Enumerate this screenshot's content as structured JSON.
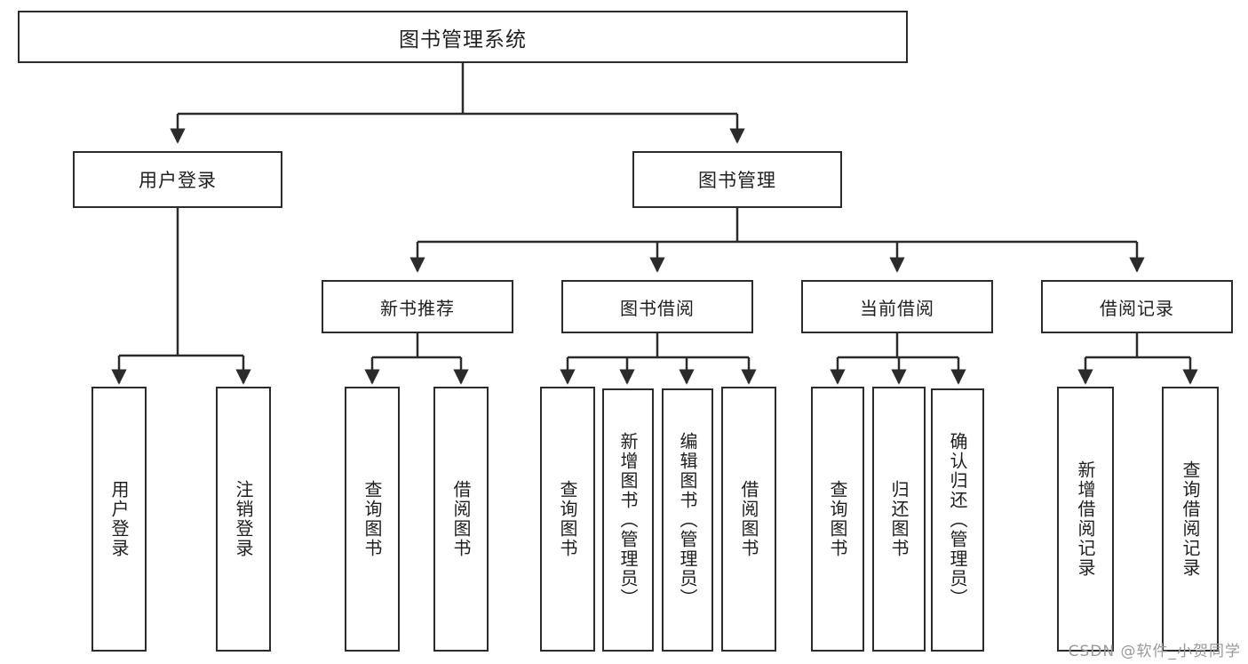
{
  "diagram": {
    "title": "图书管理系统",
    "type": "tree",
    "watermark": "CSDN @软件_小贺同学",
    "colors": {
      "box_border": "#2b2b2b",
      "box_fill": "#ffffff",
      "edge": "#2b2b2b",
      "text": "#1f1f1f",
      "watermark": "#9a9a9a"
    },
    "nodes": {
      "root": {
        "label": "图书管理系统"
      },
      "level2": [
        {
          "id": "user-login",
          "label": "用户登录"
        },
        {
          "id": "book-manage",
          "label": "图书管理"
        }
      ],
      "level3": [
        {
          "id": "new-book-recommend",
          "label": "新书推荐"
        },
        {
          "id": "book-borrow",
          "label": "图书借阅"
        },
        {
          "id": "current-borrow",
          "label": "当前借阅"
        },
        {
          "id": "borrow-record",
          "label": "借阅记录"
        }
      ],
      "leaves": {
        "user-login": [
          {
            "id": "leaf-user-login",
            "label": "用户登录"
          },
          {
            "id": "leaf-logout-login",
            "label": "注销登录"
          }
        ],
        "new-book-recommend": [
          {
            "id": "leaf-query-book-1",
            "label": "查询图书"
          },
          {
            "id": "leaf-borrow-book-1",
            "label": "借阅图书"
          }
        ],
        "book-borrow": [
          {
            "id": "leaf-query-book-2",
            "label": "查询图书"
          },
          {
            "id": "leaf-add-book",
            "label": "新增图书（管理员）"
          },
          {
            "id": "leaf-edit-book",
            "label": "编辑图书（管理员）"
          },
          {
            "id": "leaf-borrow-book-2",
            "label": "借阅图书"
          }
        ],
        "current-borrow": [
          {
            "id": "leaf-query-book-3",
            "label": "查询图书"
          },
          {
            "id": "leaf-return-book",
            "label": "归还图书"
          },
          {
            "id": "leaf-confirm-return",
            "label": "确认归还（管理员）"
          }
        ],
        "borrow-record": [
          {
            "id": "leaf-add-record",
            "label": "新增借阅记录"
          },
          {
            "id": "leaf-query-record",
            "label": "查询借阅记录"
          }
        ]
      }
    }
  }
}
